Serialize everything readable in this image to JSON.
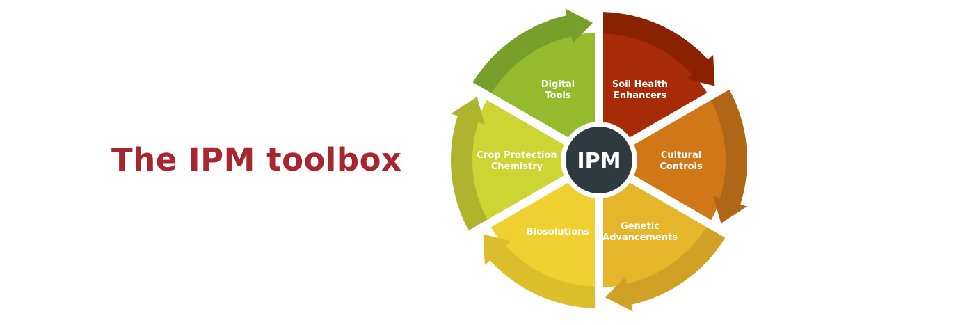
{
  "title": "The IPM toolbox",
  "diagram": {
    "center_label": "IPM",
    "center_color": "#2e3a3d",
    "segments": [
      {
        "label_lines": [
          "Soil Health",
          "Enhancers"
        ],
        "fill": "#a82b08",
        "rim": "#8a2200"
      },
      {
        "label_lines": [
          "Cultural",
          "Controls"
        ],
        "fill": "#d07718",
        "rim": "#b06616"
      },
      {
        "label_lines": [
          "Genetic",
          "Advancements"
        ],
        "fill": "#e5b52a",
        "rim": "#cfa226"
      },
      {
        "label_lines": [
          "Biosolutions"
        ],
        "fill": "#f0d030",
        "rim": "#dcbe2c"
      },
      {
        "label_lines": [
          "Crop Protection",
          "Chemistry"
        ],
        "fill": "#ccd533",
        "rim": "#aeb42e"
      },
      {
        "label_lines": [
          "Digital",
          "Tools"
        ],
        "fill": "#93bb2d",
        "rim": "#77a02a"
      }
    ]
  }
}
